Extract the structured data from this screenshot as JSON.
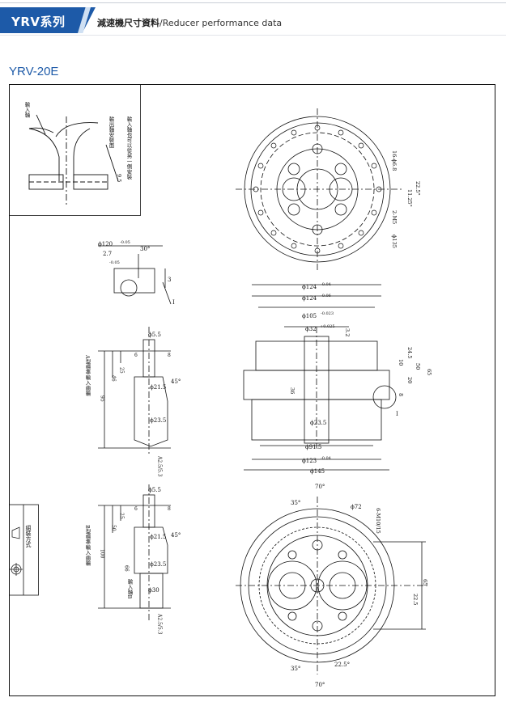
{
  "header": {
    "tab_label": "YRV系列",
    "title_cn": "減速機尺寸資料",
    "title_en": "/Reducer performance data",
    "accent_color": "#1d5aa8"
  },
  "model": "YRV-20E",
  "notes": {
    "input_shaft": "輸入軸",
    "output_mount": "輸出軸安裝面",
    "install_note": "輸入軸也可以從另一側安裝",
    "assembly_label": "組裝方式",
    "std_shaft_a": "A型標準輸入齒輪",
    "std_shaft_b": "B型標準輸入齒輪",
    "input_shaft_b": "輸入軸B"
  },
  "dims": {
    "d9_5": "9.5",
    "d120": "ϕ120",
    "d120_tol": "-0.05",
    "d30deg": "30°",
    "d2_7": "2.7",
    "d2_7_tol": "-0.05",
    "d3": "3",
    "dI": "I",
    "d5_5a": "ϕ5.5",
    "d5_5b": "ϕ5.5",
    "d8a": "8",
    "d8b": "8",
    "d6a": "6",
    "d6b": "6",
    "d25a": "25",
    "d25b": "25",
    "d46": "46",
    "d50": "50",
    "d95": "95",
    "d100": "100",
    "d66a": "66",
    "d21_5a": "ϕ21.5",
    "d21_5b": "ϕ21.5",
    "d23_5a": "ϕ23.5",
    "d23_5b": "ϕ23.5",
    "d23_5c": "ϕ23.5",
    "d45a": "45°",
    "d45b": "45°",
    "dA2a": "A2.5/5.3",
    "dA2b": "A2.5/5.3",
    "d30": "ϕ30",
    "h16": "16-ϕ6.8",
    "h22_5": "22.5°",
    "h11_25": "11.25°",
    "h2M5": "2-M5",
    "h135": "ϕ135",
    "s124a": "ϕ124",
    "s124a_tol": "-0.04",
    "s124b": "ϕ124",
    "s124b_tol": "-0.06",
    "s105": "ϕ105",
    "s105_tol": "-0.023",
    "s32": "ϕ32",
    "s32_tol": "+0.025",
    "s3_2": "3.2",
    "s24_5": "24.5",
    "s10": "10",
    "s50": "50",
    "s20": "20",
    "s65": "65",
    "s8": "8",
    "s23_5": "ϕ23.5",
    "s91_5": "ϕ91.5",
    "s123": "ϕ123",
    "s123_tol": "-0.04",
    "s145": "ϕ145",
    "s36": "36",
    "sI": "I",
    "b70t": "70°",
    "b35t": "35°",
    "b72": "ϕ72",
    "b6M10": "6-M10/15",
    "b65": "65",
    "b22_5": "22.5",
    "b35b": "35°",
    "b22_5deg": "22.5°",
    "b70b": "70°"
  }
}
